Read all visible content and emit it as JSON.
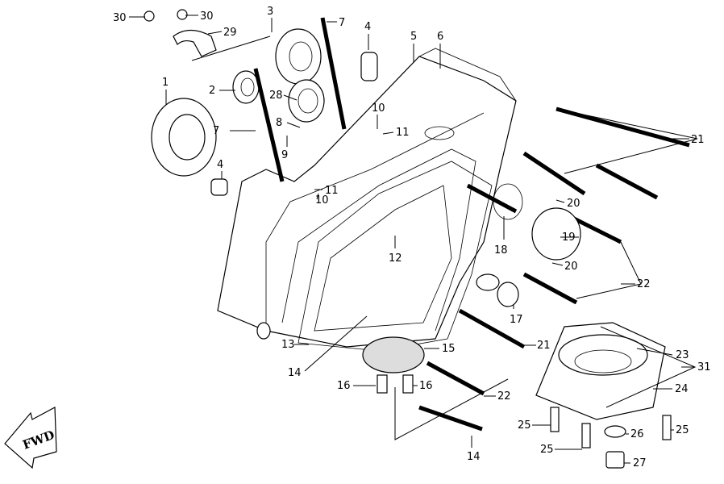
{
  "diagram": {
    "callouts": [
      "30",
      "30",
      "29",
      "3",
      "7",
      "4",
      "5",
      "6",
      "1",
      "2",
      "28",
      "10",
      "11",
      "8",
      "9",
      "7",
      "4",
      "11",
      "10",
      "21",
      "20",
      "19",
      "18",
      "12",
      "22",
      "20",
      "17",
      "13",
      "14",
      "15",
      "21",
      "16",
      "16",
      "22",
      "14",
      "23",
      "31",
      "24",
      "25",
      "25",
      "26",
      "25",
      "27"
    ],
    "forward_marker": "FWD",
    "line_color": "#000000",
    "background": "#ffffff"
  }
}
